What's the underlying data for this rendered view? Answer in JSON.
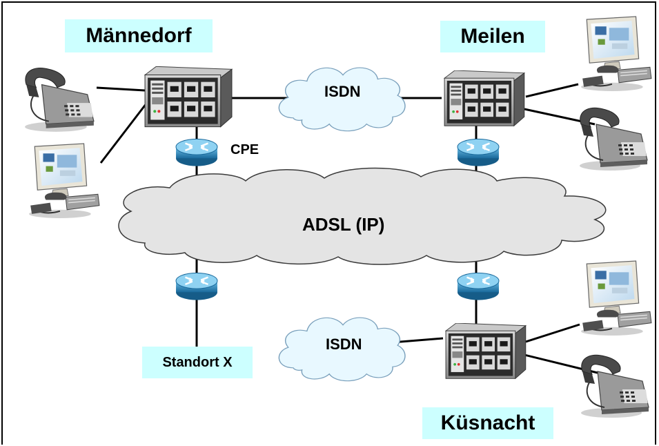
{
  "sites": {
    "maennedorf": "Männedorf",
    "meilen": "Meilen",
    "kuesnacht": "Küsnacht",
    "standort_x": "Standort X"
  },
  "clouds": {
    "isdn_top": "ISDN",
    "isdn_bottom": "ISDN",
    "adsl": "ADSL (IP)"
  },
  "labels": {
    "cpe": "CPE"
  },
  "colors": {
    "label_bg": "#ccffff",
    "cloud_small": "#e8f8ff",
    "cloud_big": "#e4e4e4",
    "router": "#2a7fb0",
    "pbx": "#3a3a3a"
  },
  "icons": [
    "phone-icon",
    "computer-icon",
    "pbx-icon",
    "router-icon",
    "cloud-icon"
  ]
}
